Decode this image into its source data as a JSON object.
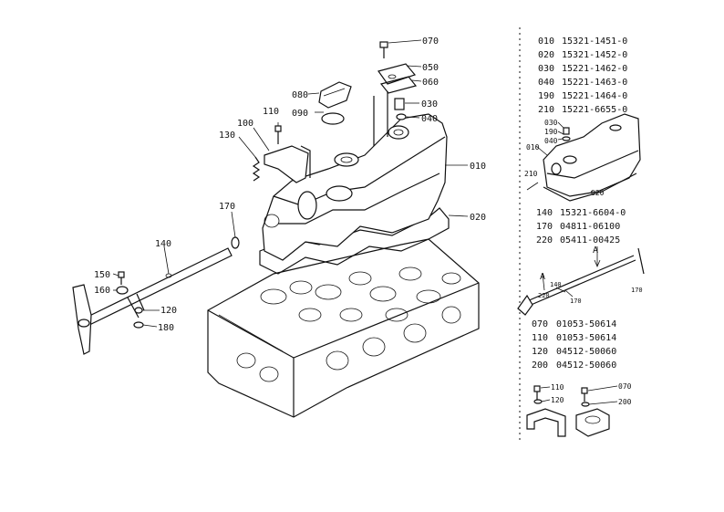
{
  "callouts": {
    "c070": "070",
    "c050": "050",
    "c060": "060",
    "c080": "080",
    "c030": "030",
    "c090": "090",
    "c040": "040",
    "c110": "110",
    "c100": "100",
    "c130": "130",
    "c010": "010",
    "c170": "170",
    "c020": "020",
    "c140": "140",
    "c150": "150",
    "c160": "160",
    "c120": "120",
    "c180": "180"
  },
  "parts_table_1": [
    {
      "ref": "010",
      "part": "15321-1451-0"
    },
    {
      "ref": "020",
      "part": "15321-1452-0"
    },
    {
      "ref": "030",
      "part": "15221-1462-0"
    },
    {
      "ref": "040",
      "part": "15221-1463-0"
    },
    {
      "ref": "190",
      "part": "15221-1464-0"
    },
    {
      "ref": "210",
      "part": "15221-6655-0"
    }
  ],
  "parts_table_2": [
    {
      "ref": "140",
      "part": "15321-6604-0"
    },
    {
      "ref": "170",
      "part": "04811-06100"
    },
    {
      "ref": "220",
      "part": "05411-00425"
    }
  ],
  "parts_table_3": [
    {
      "ref": "070",
      "part": "01053-50614"
    },
    {
      "ref": "110",
      "part": "01053-50614"
    },
    {
      "ref": "120",
      "part": "04512-50060"
    },
    {
      "ref": "200",
      "part": "04512-50060"
    }
  ],
  "inset1_labels": {
    "l030": "030",
    "l190": "190",
    "l040": "040",
    "l010": "010",
    "l210": "210",
    "l020": "020"
  },
  "inset2_labels": {
    "a_top": "A",
    "a_left": "A",
    "l140": "140",
    "l220": "220",
    "l170a": "170",
    "l170b": "170"
  },
  "inset3_labels": {
    "l110": "110",
    "l120": "120",
    "l070": "070",
    "l200": "200"
  }
}
